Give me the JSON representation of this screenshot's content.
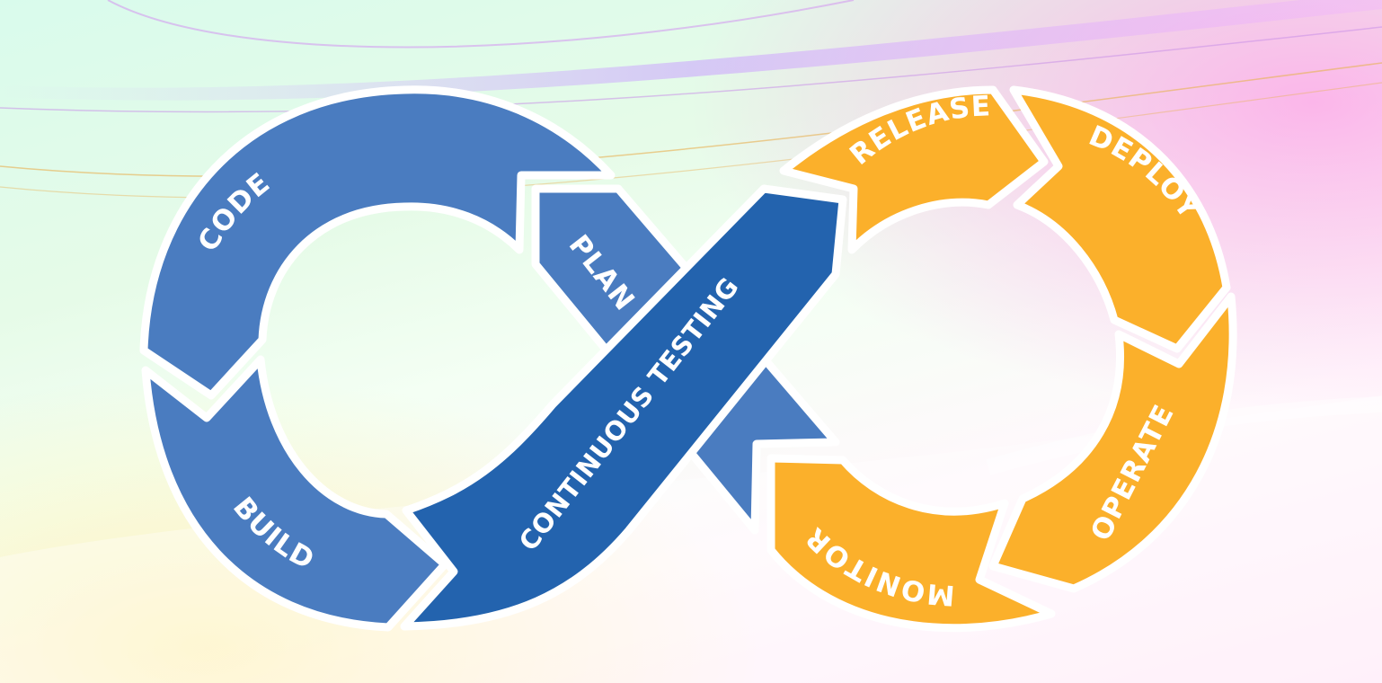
{
  "diagram": {
    "labels": {
      "code": "CODE",
      "build": "BUILD",
      "plan": "PLAN",
      "continuous_testing": "CONTINUOUS TESTING",
      "release": "RELEASE",
      "deploy": "DEPLOY",
      "operate": "OPERATE",
      "monitor": "MONITOR"
    },
    "colors": {
      "dev_loop": "#4a7cc0",
      "testing_band": "#2363ae",
      "ops_loop": "#fbb02b",
      "gap": "#ffffff"
    }
  }
}
